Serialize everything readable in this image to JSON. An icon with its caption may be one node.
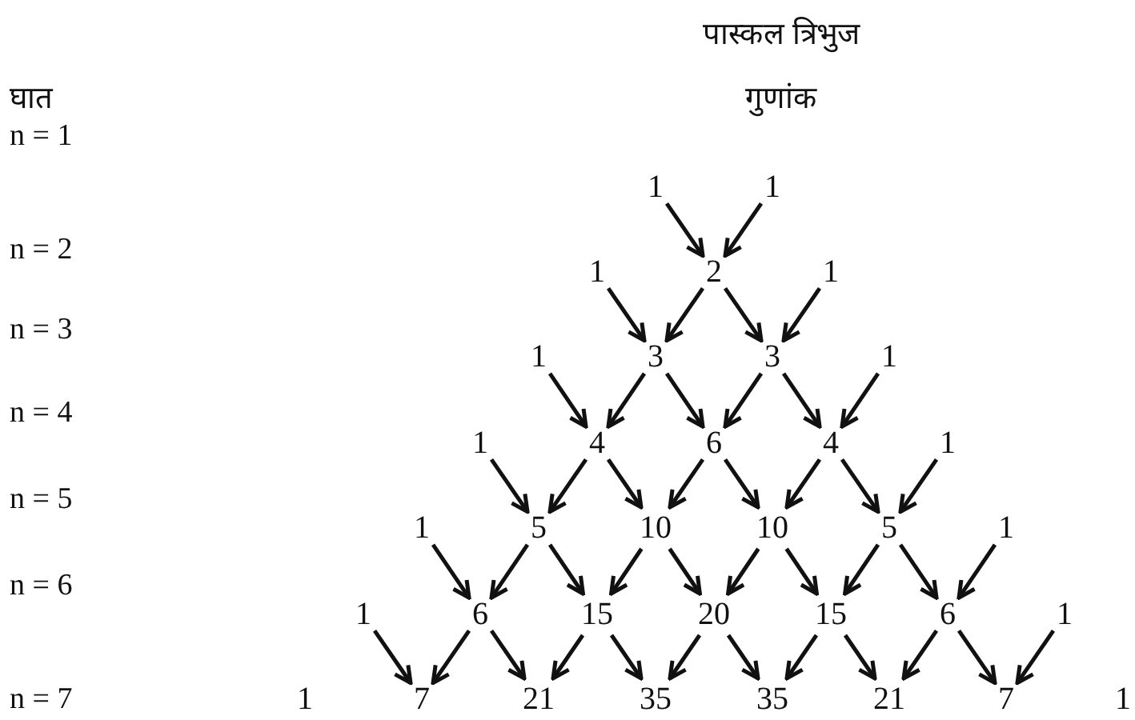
{
  "diagram": {
    "title": "पास्कल त्रिभुज",
    "nodes": [
      {
        "text": [
          "1"
        ]
      },
      {
        "text": [
          "1"
        ]
      },
      {
        "text": [
          "1"
        ]
      },
      {
        "text": [
          "2"
        ]
      },
      {
        "text": [
          "1"
        ]
      },
      {
        "text": [
          "1"
        ]
      },
      {
        "text": [
          "3"
        ]
      },
      {
        "text": [
          "3"
        ]
      },
      {
        "text": [
          "1"
        ]
      },
      {
        "text": [
          "1"
        ]
      },
      {
        "text": [
          "4"
        ]
      },
      {
        "text": [
          "6"
        ]
      },
      {
        "text": [
          "4"
        ]
      },
      {
        "text": [
          "1"
        ]
      },
      {
        "text": [
          "1"
        ]
      },
      {
        "text": [
          "5"
        ]
      },
      {
        "text": [
          "10"
        ]
      },
      {
        "text": [
          "10"
        ]
      },
      {
        "text": [
          "5"
        ]
      },
      {
        "text": [
          "1"
        ]
      },
      {
        "text": [
          "1"
        ]
      },
      {
        "text": [
          "6"
        ]
      },
      {
        "text": [
          "15"
        ]
      },
      {
        "text": [
          "20"
        ]
      },
      {
        "text": [
          "15"
        ]
      },
      {
        "text": [
          "6"
        ]
      },
      {
        "text": [
          "1"
        ]
      },
      {
        "text": [
          "1"
        ]
      },
      {
        "text": [
          "7"
        ]
      },
      {
        "text": [
          "21"
        ]
      },
      {
        "text": [
          "35"
        ]
      },
      {
        "text": [
          "35"
        ]
      },
      {
        "text": [
          "21"
        ]
      },
      {
        "text": [
          "7"
        ]
      },
      {
        "text": [
          "1"
        ]
      }
    ],
    "edges": [
      {
        "from": 0,
        "to": 3,
        "arrow": "to"
      },
      {
        "from": 1,
        "to": 3,
        "arrow": "to"
      },
      {
        "from": 2,
        "to": 6,
        "arrow": "to"
      },
      {
        "from": 3,
        "to": 7,
        "arrow": "to"
      },
      {
        "from": 3,
        "to": 6,
        "arrow": "to"
      },
      {
        "from": 4,
        "to": 7,
        "arrow": "to"
      },
      {
        "from": 5,
        "to": 10,
        "arrow": "to"
      },
      {
        "from": 6,
        "to": 11,
        "arrow": "to"
      },
      {
        "from": 6,
        "to": 10,
        "arrow": "to"
      },
      {
        "from": 7,
        "to": 12,
        "arrow": "to"
      },
      {
        "from": 7,
        "to": 11,
        "arrow": "to"
      },
      {
        "from": 8,
        "to": 12,
        "arrow": "to"
      },
      {
        "from": 9,
        "to": 15,
        "arrow": "to"
      },
      {
        "from": 10,
        "to": 16,
        "arrow": "to"
      },
      {
        "from": 10,
        "to": 15,
        "arrow": "to"
      },
      {
        "from": 11,
        "to": 17,
        "arrow": "to"
      },
      {
        "from": 11,
        "to": 16,
        "arrow": "to"
      },
      {
        "from": 12,
        "to": 18,
        "arrow": "to"
      },
      {
        "from": 12,
        "to": 17,
        "arrow": "to"
      },
      {
        "from": 13,
        "to": 18,
        "arrow": "to"
      },
      {
        "from": 14,
        "to": 21,
        "arrow": "to"
      },
      {
        "from": 15,
        "to": 22,
        "arrow": "to"
      },
      {
        "from": 15,
        "to": 21,
        "arrow": "to"
      },
      {
        "from": 16,
        "to": 23,
        "arrow": "to"
      },
      {
        "from": 16,
        "to": 22,
        "arrow": "to"
      },
      {
        "from": 17,
        "to": 24,
        "arrow": "to"
      },
      {
        "from": 17,
        "to": 23,
        "arrow": "to"
      },
      {
        "from": 18,
        "to": 25,
        "arrow": "to"
      },
      {
        "from": 18,
        "to": 24,
        "arrow": "to"
      },
      {
        "from": 19,
        "to": 25,
        "arrow": "to"
      },
      {
        "from": 20,
        "to": 28,
        "arrow": "to"
      },
      {
        "from": 21,
        "to": 29,
        "arrow": "to"
      },
      {
        "from": 21,
        "to": 28,
        "arrow": "to"
      },
      {
        "from": 22,
        "to": 30,
        "arrow": "to"
      },
      {
        "from": 22,
        "to": 29,
        "arrow": "to"
      },
      {
        "from": 23,
        "to": 31,
        "arrow": "to"
      },
      {
        "from": 23,
        "to": 30,
        "arrow": "to"
      },
      {
        "from": 24,
        "to": 32,
        "arrow": "to"
      },
      {
        "from": 24,
        "to": 31,
        "arrow": "to"
      },
      {
        "from": 25,
        "to": 33,
        "arrow": "to"
      },
      {
        "from": 25,
        "to": 32,
        "arrow": "to"
      },
      {
        "from": 26,
        "to": 33,
        "arrow": "to"
      }
    ],
    "labels": [
      "घात",
      "गुणांक",
      "n = 1",
      "n = 2",
      "n = 3",
      "n = 4",
      "n = 5",
      "n = 6",
      "n = 7"
    ]
  }
}
